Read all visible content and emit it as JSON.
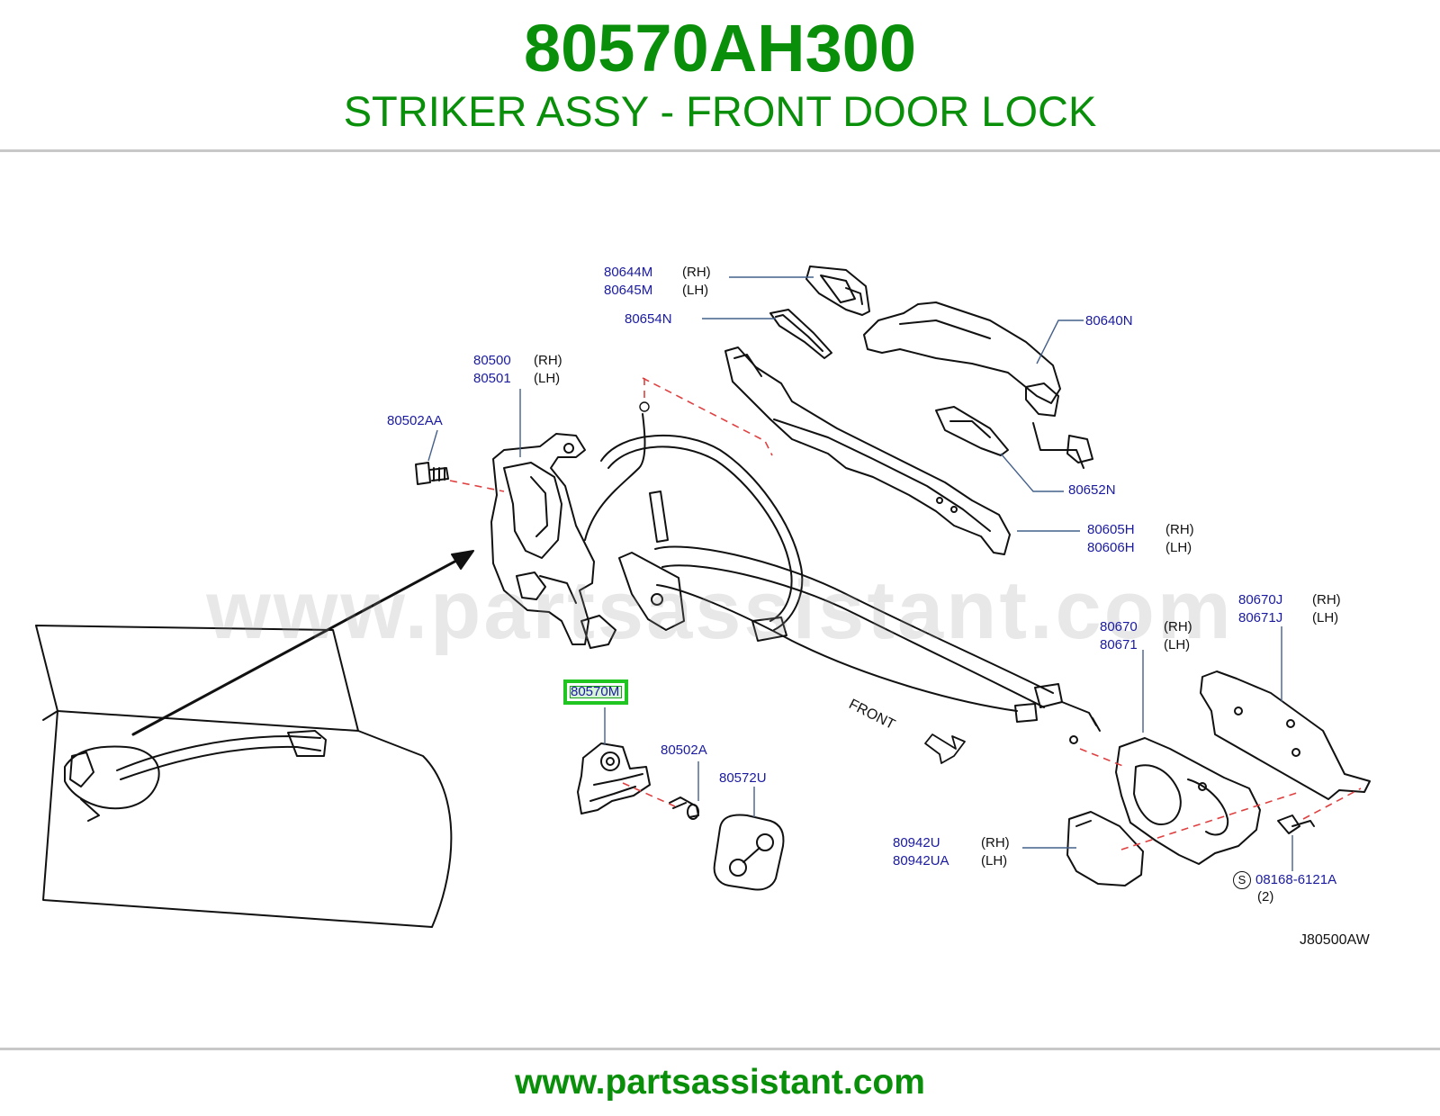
{
  "header": {
    "part_number": "80570AH300",
    "part_name": "STRIKER ASSY - FRONT DOOR LOCK"
  },
  "watermark": "www.partsassistant.com",
  "footer": {
    "url": "www.partsassistant.com"
  },
  "diagram": {
    "drawing_id": "J80500AW",
    "front_label": "FRONT",
    "s_symbol": "S",
    "highlighted_part": "80570M",
    "callouts": [
      {
        "part": "80644M",
        "side": "(RH)"
      },
      {
        "part": "80645M",
        "side": "(LH)"
      },
      {
        "part": "80654N",
        "side": ""
      },
      {
        "part": "80640N",
        "side": ""
      },
      {
        "part": "80500",
        "side": "(RH)"
      },
      {
        "part": "80501",
        "side": "(LH)"
      },
      {
        "part": "80502AA",
        "side": ""
      },
      {
        "part": "80652N",
        "side": ""
      },
      {
        "part": "80605H",
        "side": "(RH)"
      },
      {
        "part": "80606H",
        "side": "(LH)"
      },
      {
        "part": "80670J",
        "side": "(RH)"
      },
      {
        "part": "80671J",
        "side": "(LH)"
      },
      {
        "part": "80670",
        "side": "(RH)"
      },
      {
        "part": "80671",
        "side": "(LH)"
      },
      {
        "part": "80570M",
        "side": ""
      },
      {
        "part": "80502A",
        "side": ""
      },
      {
        "part": "80572U",
        "side": ""
      },
      {
        "part": "80942U",
        "side": "(RH)"
      },
      {
        "part": "80942UA",
        "side": "(LH)"
      },
      {
        "part": "08168-6121A",
        "side": "",
        "quantity": "(2)"
      }
    ]
  }
}
